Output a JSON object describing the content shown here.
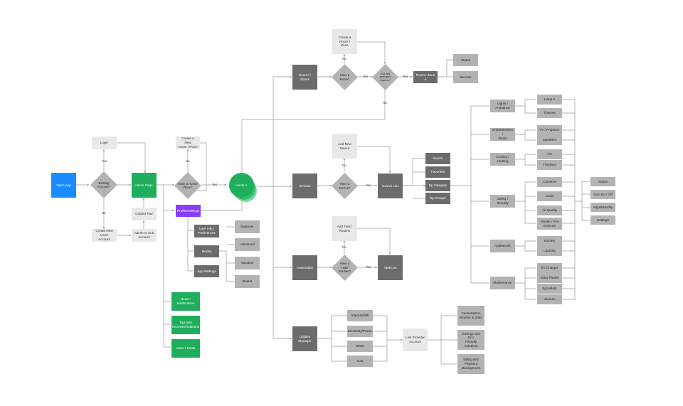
{
  "nodes": {
    "open_app": "Open App",
    "login": "Login",
    "existing_account": "Existing\nAccount?",
    "create_new_user": "Create New User/\nAccount",
    "admin_sub": "Admin or Sub\nAccount",
    "guided_tour": "Guided Tour",
    "home_page": "Home Page",
    "create_new_home": "Create a New\nHome / Place",
    "have_home": "Have a Home/\nPlace?",
    "home_a": "Home A",
    "profile_settings": "Profile/Settings",
    "user_info": "User Info /\nPreferences",
    "modes": "Modes",
    "app_settings": "App Settings",
    "beginner": "Beginner",
    "advanced": "Advanced",
    "vacation": "Vacation",
    "rental": "Rental",
    "news": "News / Notifications",
    "tips": "Tips and\nRecommendations",
    "store_deals": "Store / Deals",
    "rooms_zones": "Rooms / Zones",
    "create_room": "Create a Room /\nZone",
    "have_room": "Have a\nRoom?",
    "room_q2": "Add new\nparticipant\nrequired?",
    "room_zone_a": "Room / Zone A",
    "status_r": "Status",
    "devices_r": "Devices",
    "devices": "Devices",
    "add_new_device": "Add New Device",
    "have_device": "Have a\nDevice?",
    "device_list": "Device List",
    "search": "Search",
    "favorites": "Favorites",
    "by_category": "By Category",
    "by_groups": "By Groups",
    "automation": "Automation",
    "add_task": "Add Task / Routine",
    "have_task": "Have a\nTask/\nRoutine?",
    "task_list": "Task List",
    "utilities_manager": "Utilities Manager",
    "internet": "Internet/Wifi",
    "electricity": "Electricity/Power",
    "water": "Water",
    "gas": "Gas",
    "link_provider": "Link Provider\nAccount",
    "consumption": "Consumption\nMonitor & Stats",
    "savings": "Savings and Eco\nFriendly Solutions",
    "billing": "Billing and Payment\nManagement",
    "lights": "Lights /\nAmbiance",
    "entertainment": "Entertainment /\nMedia",
    "cooling": "Cooling / Heating",
    "safety": "Safety / Security",
    "appliances": "Appliances",
    "maintenance": "Maintenance",
    "lamp_a": "Lamp A",
    "themes": "Themes",
    "tv_projector": "TV / Projector",
    "speakers": "Speakers",
    "ac": "A/C",
    "fireplace": "Fireplace",
    "cameras": "Cameras",
    "locks": "Locks",
    "air_quality": "Air Quality",
    "smoke_fire": "Smoke / Fire\nDetector",
    "kitchen": "Kitchen",
    "laundry": "Laundry",
    "ev_charger": "EV Charger",
    "solar_panels": "Solar Panels",
    "sprinklers": "Sprinklers",
    "vacuum": "Vacuum",
    "status": "Status",
    "turn_on_off": "Turn On / Off",
    "adjust_modify": "Adjust/Modify",
    "settings": "Settings"
  },
  "edge_labels": {
    "yes": "Yes",
    "no": "No"
  },
  "colors": {
    "start": "#1a8cff",
    "primary": "#1fae5b",
    "profile": "#8a3df5",
    "section": "#6c6c6c",
    "item": "#b3b3b3",
    "create": "#e8e8e8",
    "line": "#9a9a9a"
  }
}
